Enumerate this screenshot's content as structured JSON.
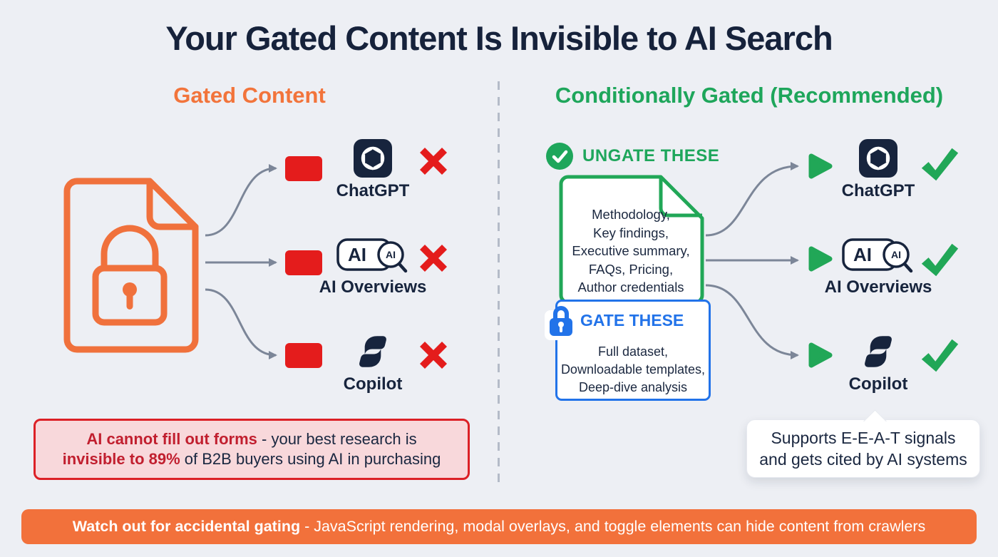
{
  "title": "Your Gated Content Is Invisible to AI Search",
  "left": {
    "heading": "Gated Content",
    "targets": [
      {
        "label": "ChatGPT"
      },
      {
        "label": "AI Overviews"
      },
      {
        "label": "Copilot"
      }
    ],
    "warning": {
      "bold1": "AI cannot fill out forms",
      "rest1": " - your best research is",
      "bold2": "invisible to 89%",
      "rest2": " of B2B buyers using AI in purchasing"
    }
  },
  "right": {
    "heading": "Conditionally Gated (Recommended)",
    "ungate": {
      "label": "UNGATE THESE",
      "lines": [
        "Methodology,",
        "Key findings,",
        "Executive summary,",
        "FAQs, Pricing,",
        "Author credentials"
      ]
    },
    "gate": {
      "label": "GATE THESE",
      "lines": [
        "Full dataset,",
        "Downloadable templates,",
        "Deep-dive analysis"
      ]
    },
    "targets": [
      {
        "label": "ChatGPT"
      },
      {
        "label": "AI Overviews"
      },
      {
        "label": "Copilot"
      }
    ],
    "tooltip": {
      "line1": "Supports E-E-A-T signals",
      "line2": "and gets cited by AI systems"
    }
  },
  "banner": {
    "bold": "Watch out for accidental gating",
    "rest": " - JavaScript rendering, modal overlays, and toggle elements can hide content from crawlers"
  },
  "badges": {
    "ai_overviews_large": "AI",
    "ai_overviews_small": "AI"
  },
  "colors": {
    "accent_orange": "#F2713B",
    "accent_green": "#1EA65B",
    "accent_red": "#E41C1C",
    "accent_blue": "#2273E9",
    "navy": "#17243D"
  }
}
